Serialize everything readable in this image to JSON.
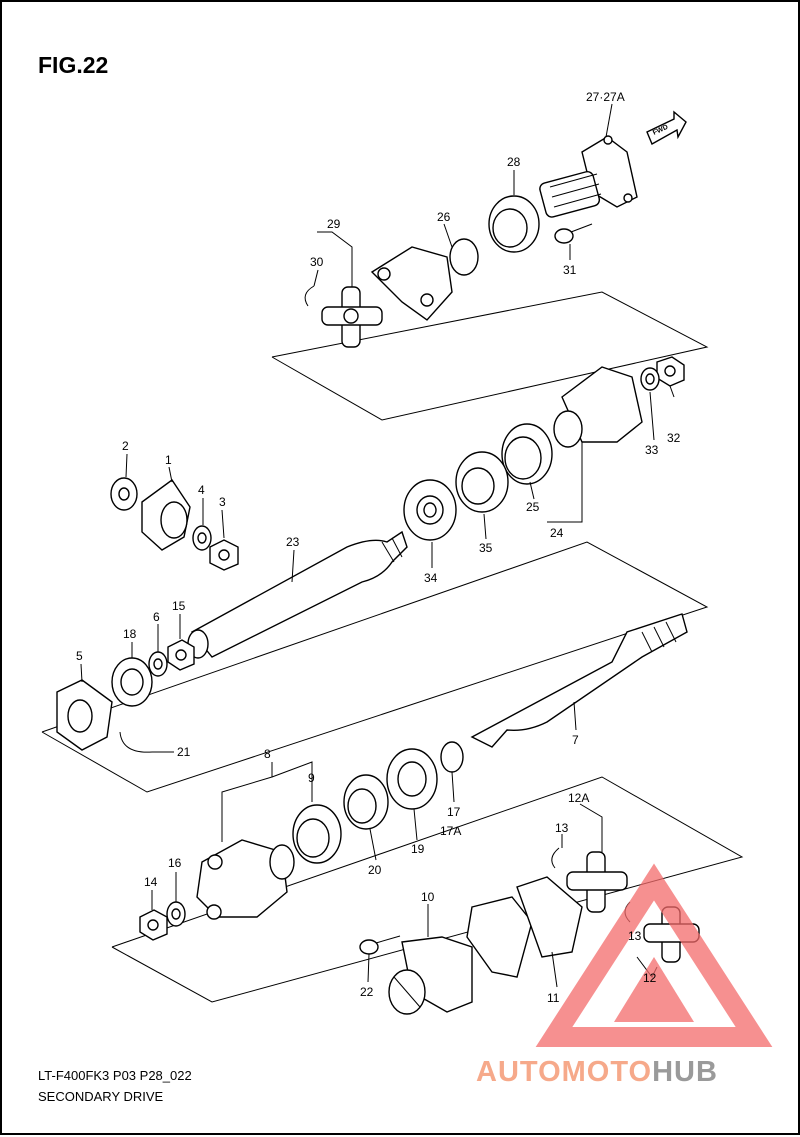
{
  "figure": {
    "title": "FIG.22",
    "fwd_label": "FWD"
  },
  "footer": {
    "model_code": "LT-F400FK3 P03 P28_022",
    "section_name": "SECONDARY DRIVE"
  },
  "watermark": {
    "text_a": "AUTOMOTO",
    "text_b": "HUB",
    "color_a": "#f6a98a",
    "color_b": "#9a9a9a",
    "logo_color": "#f36b6b"
  },
  "callouts": {
    "c1": "1",
    "c2": "2",
    "c3": "3",
    "c4": "4",
    "c5": "5",
    "c6": "6",
    "c7": "7",
    "c8": "8",
    "c9": "9",
    "c10": "10",
    "c11": "11",
    "c12": "12",
    "c12a": "12A",
    "c13a": "13",
    "c13b": "13",
    "c14": "14",
    "c15": "15",
    "c16": "16",
    "c17": "17",
    "c17a": "17A",
    "c18": "18",
    "c19": "19",
    "c20": "20",
    "c21": "21",
    "c22": "22",
    "c23": "23",
    "c24": "24",
    "c25": "25",
    "c26": "26",
    "c27": "27·27A",
    "c28": "28",
    "c29": "29",
    "c30": "30",
    "c31": "31",
    "c32": "32",
    "c33": "33",
    "c34": "34",
    "c35": "35"
  }
}
